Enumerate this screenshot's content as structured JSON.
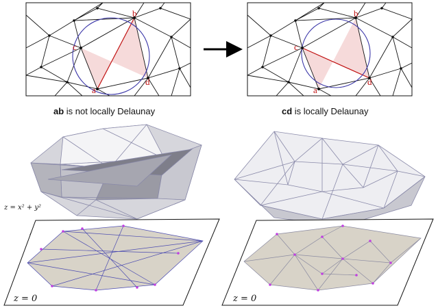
{
  "captions": {
    "left": {
      "bold": "ab",
      "rest": " is not locally Delaunay"
    },
    "right": {
      "bold": "cd",
      "rest": " is locally Delaunay"
    }
  },
  "vertex_labels": {
    "a": "a",
    "b": "b",
    "c": "c",
    "d": "d"
  },
  "paraboloid_label": "z = x² + y²",
  "plane_label_left": "z = 0",
  "plane_label_right": "z = 0",
  "colors": {
    "edge": "#111111",
    "circle": "#3a36a8",
    "quad_fill": "#f6dada",
    "diagonal": "#c01010",
    "label": "#c01010",
    "surface": "#e4e4ea",
    "surface_edge": "#8888a8",
    "plane_mesh": "#d8d3c8",
    "plane_vertex": "#c040e0"
  }
}
